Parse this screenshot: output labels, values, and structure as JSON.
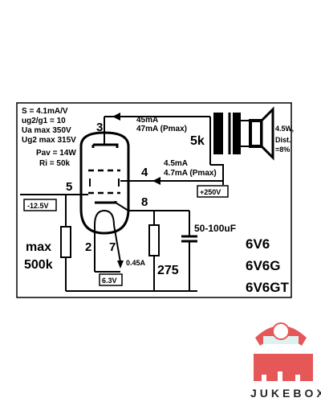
{
  "specs": {
    "transconductance": "S = 4.1mA/V",
    "mu": "ug2/g1 = 10",
    "ua_max": "Ua max 350V",
    "ug2_max": "Ug2 max 315V",
    "pav": "Pav = 14W",
    "ri": "Ri = 50k"
  },
  "pins": {
    "plate": "3",
    "screen": "4",
    "grid": "5",
    "cathode": "8",
    "heater_a": "2",
    "heater_b": "7"
  },
  "plate_current": {
    "idle": "45mA",
    "max": "47mA (Pmax)"
  },
  "screen_current": {
    "idle": "4.5mA",
    "max": "4.7mA (Pmax)"
  },
  "transformer": {
    "impedance": "5k"
  },
  "speaker": {
    "power": "4.5W,",
    "dist_label": "Dist.",
    "dist_value": "=8%"
  },
  "supply": {
    "b_plus": "+250V",
    "bias": "-12.5V",
    "heater_voltage": "6.3V",
    "heater_current": "0.45A"
  },
  "components": {
    "grid_resistor_top": "max",
    "grid_resistor_bottom": "500k",
    "cathode_resistor": "275",
    "cathode_cap": "50-100uF"
  },
  "tube_types": [
    "6V6",
    "6V6G",
    "6V6GT"
  ],
  "watermark": {
    "text": "JUKEBOX"
  }
}
